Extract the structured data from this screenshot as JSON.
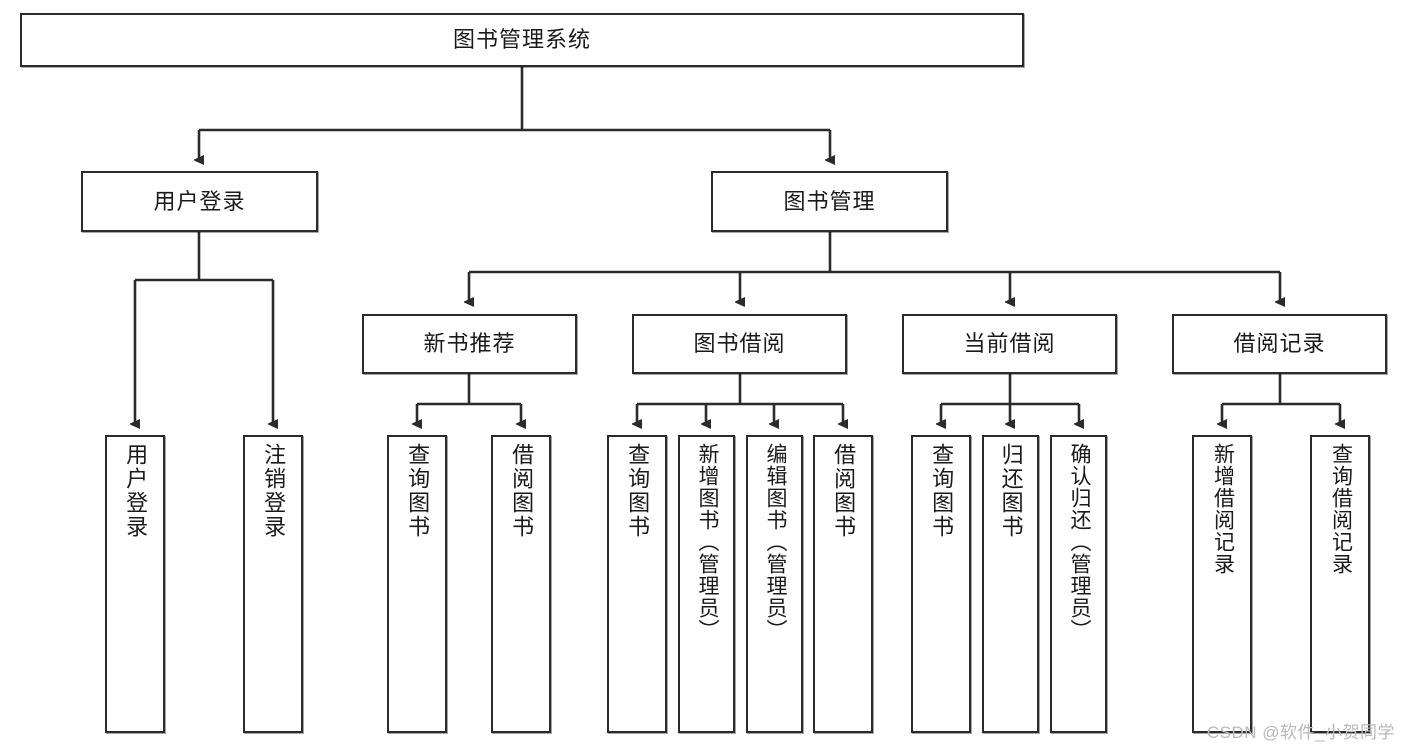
{
  "diagram": {
    "type": "hierarchy-tree",
    "title_node": {
      "id": "root",
      "label": "图书管理系统"
    },
    "level1": [
      {
        "id": "user-login",
        "label": "用户登录"
      },
      {
        "id": "book-management",
        "label": "图书管理"
      }
    ],
    "level2": [
      {
        "id": "new-book-recommend",
        "label": "新书推荐",
        "parent": "book-management"
      },
      {
        "id": "book-borrow",
        "label": "图书借阅",
        "parent": "book-management"
      },
      {
        "id": "current-borrow",
        "label": "当前借阅",
        "parent": "book-management"
      },
      {
        "id": "borrow-record",
        "label": "借阅记录",
        "parent": "book-management"
      }
    ],
    "leaves": [
      {
        "id": "leaf-user-login",
        "label": "用户登录",
        "parent": "user-login"
      },
      {
        "id": "leaf-logout-login",
        "label": "注销登录",
        "parent": "user-login"
      },
      {
        "id": "leaf-query-book-1",
        "label": "查询图书",
        "parent": "new-book-recommend"
      },
      {
        "id": "leaf-borrow-book-1",
        "label": "借阅图书",
        "parent": "new-book-recommend"
      },
      {
        "id": "leaf-query-book-2",
        "label": "查询图书",
        "parent": "book-borrow"
      },
      {
        "id": "leaf-add-book",
        "label": "新增图书（管理员）",
        "parent": "book-borrow"
      },
      {
        "id": "leaf-edit-book",
        "label": "编辑图书（管理员）",
        "parent": "book-borrow"
      },
      {
        "id": "leaf-borrow-book-2",
        "label": "借阅图书",
        "parent": "book-borrow"
      },
      {
        "id": "leaf-query-book-3",
        "label": "查询图书",
        "parent": "current-borrow"
      },
      {
        "id": "leaf-return-book",
        "label": "归还图书",
        "parent": "current-borrow"
      },
      {
        "id": "leaf-confirm-return",
        "label": "确认归还（管理员）",
        "parent": "current-borrow"
      },
      {
        "id": "leaf-add-record",
        "label": "新增借阅记录",
        "parent": "borrow-record"
      },
      {
        "id": "leaf-query-record",
        "label": "查询借阅记录",
        "parent": "borrow-record"
      }
    ],
    "colors": {
      "box_border": "#2b2b2b",
      "box_fill": "#ffffff",
      "connector": "#2b2b2b",
      "text": "#1a1a1a",
      "watermark": "#b9b9b9",
      "background": "#ffffff"
    }
  },
  "watermark": {
    "text": "CSDN @软件_小贺同学"
  }
}
